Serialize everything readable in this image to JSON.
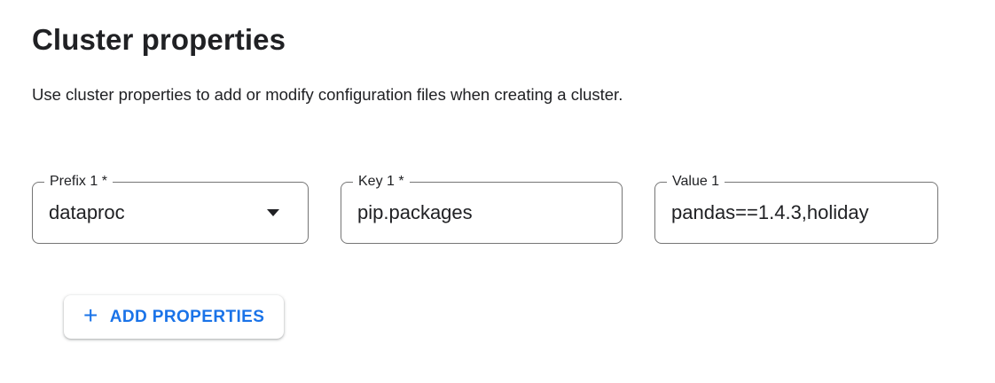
{
  "header": {
    "title": "Cluster properties",
    "description": "Use cluster properties to add or modify configuration files when creating a cluster."
  },
  "properties": {
    "prefix": {
      "label": "Prefix 1 *",
      "value": "dataproc",
      "type": "select"
    },
    "key": {
      "label": "Key 1 *",
      "value": "pip.packages",
      "type": "text"
    },
    "value": {
      "label": "Value 1",
      "value": "pandas==1.4.3,holiday",
      "type": "text"
    }
  },
  "buttons": {
    "add_properties": {
      "icon": "+",
      "label": "ADD PROPERTIES"
    }
  },
  "icons": {
    "plus": "+",
    "dropdown_arrow": "caret-down"
  },
  "colors": {
    "accent_blue": "#1a73e8",
    "text_primary": "#202124",
    "field_border": "#757575"
  }
}
